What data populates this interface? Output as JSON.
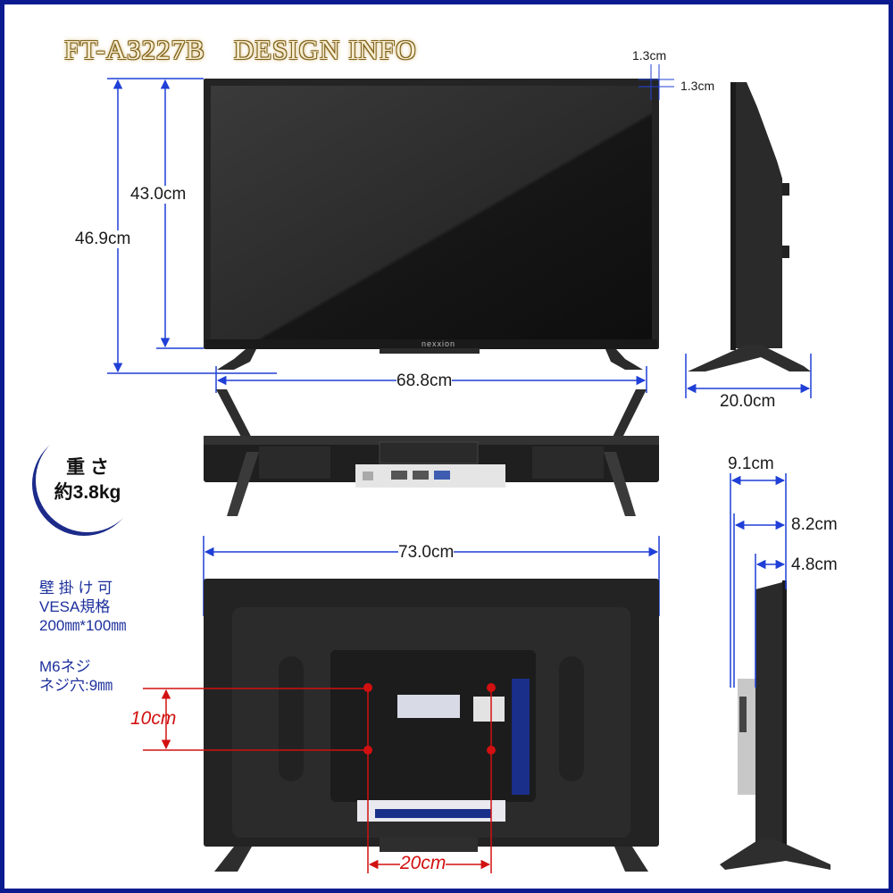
{
  "title": "FT-A3227B　DESIGN INFO",
  "brand": "nexxion",
  "weight": {
    "label": "重 さ",
    "value": "約3.8kg"
  },
  "dimensions": {
    "bezel_w": "1.3cm",
    "bezel_h": "1.3cm",
    "panel_height": "43.0cm",
    "total_height": "46.9cm",
    "screen_width": "68.8cm",
    "stand_depth": "20.0cm",
    "total_width": "73.0cm",
    "depth_total": "9.1cm",
    "depth_body": "8.2cm",
    "depth_thin": "4.8cm",
    "vesa_v": "10cm",
    "vesa_h": "20cm"
  },
  "wall_note": {
    "line1": "壁 掛 け 可",
    "line2": "VESA規格",
    "line3": "200㎜*100㎜"
  },
  "screw_note": {
    "line1": "M6ネジ",
    "line2": "ネジ穴:9㎜"
  },
  "colors": {
    "frame": "#0b1b8f",
    "dimension_line": "#1f3fd6",
    "vesa_line": "#d21010",
    "tv_body": "#1e1e1e"
  }
}
